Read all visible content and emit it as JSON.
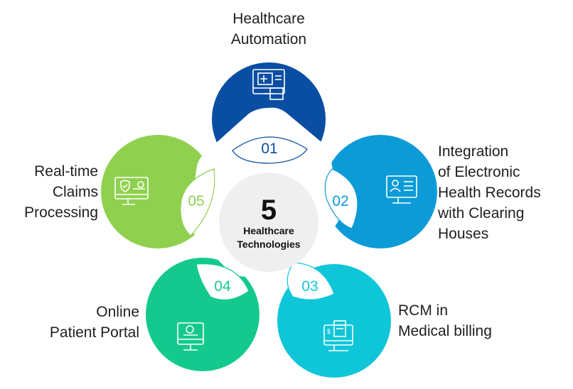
{
  "center": {
    "number": "5",
    "line1": "Healthcare",
    "line2": "Technologies"
  },
  "items": [
    {
      "num": "01",
      "label": [
        "Healthcare",
        "Automation"
      ],
      "color": "#0a4ea3",
      "icon": "medical-monitor-icon"
    },
    {
      "num": "02",
      "label": [
        "Integration",
        "of Electronic",
        "Health Records",
        "with Clearing",
        "Houses"
      ],
      "color": "#0c9bd7",
      "icon": "ehr-profile-icon"
    },
    {
      "num": "03",
      "label": [
        "RCM in",
        "Medical billing"
      ],
      "color": "#0fc6d9",
      "icon": "billing-monitor-icon"
    },
    {
      "num": "04",
      "label": [
        "Online",
        "Patient Portal"
      ],
      "color": "#14c98d",
      "icon": "patient-portal-icon"
    },
    {
      "num": "05",
      "label": [
        "Real-time",
        "Claims",
        "Processing"
      ],
      "color": "#8fd14f",
      "icon": "claims-monitor-icon"
    }
  ]
}
